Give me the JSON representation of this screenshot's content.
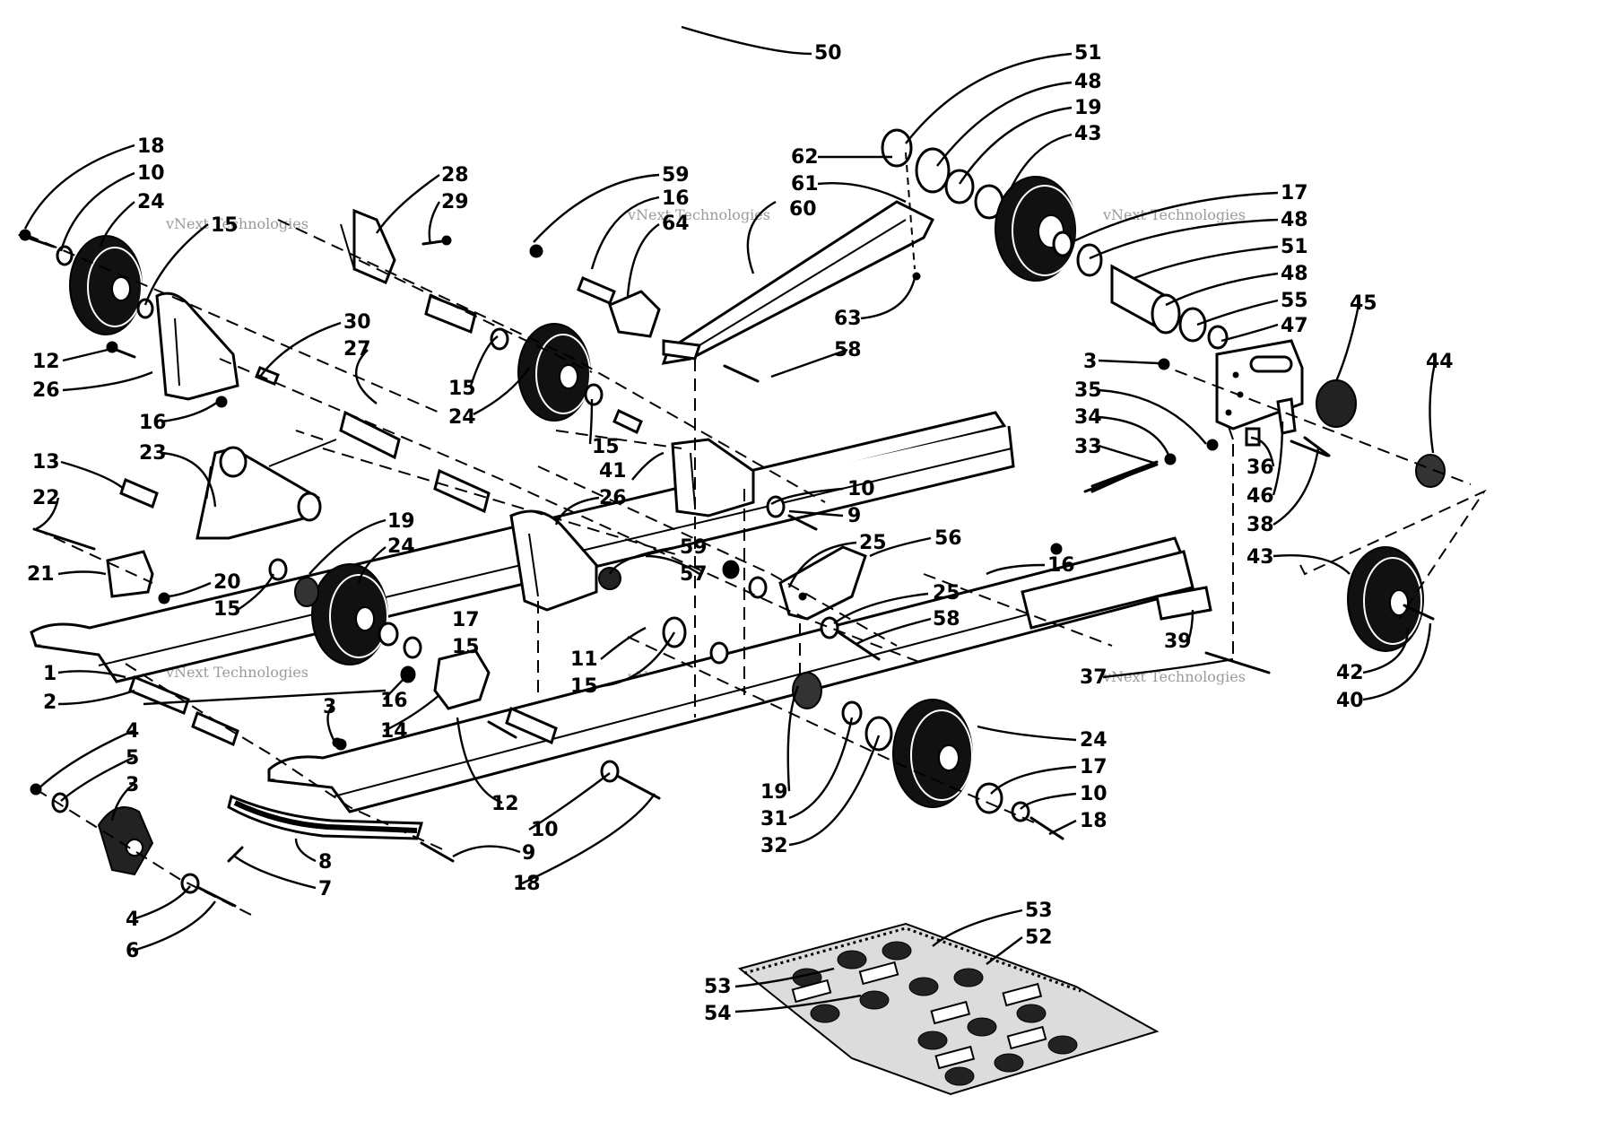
{
  "watermark": "vNext Technologies",
  "callouts": [
    "50",
    "51",
    "48",
    "19",
    "43",
    "62",
    "61",
    "60",
    "63",
    "58",
    "59",
    "16",
    "64",
    "17",
    "48",
    "51",
    "48",
    "55",
    "47",
    "45",
    "44",
    "3",
    "35",
    "34",
    "33",
    "36",
    "46",
    "38",
    "43",
    "42",
    "40",
    "39",
    "37",
    "18",
    "10",
    "24",
    "15",
    "12",
    "26",
    "16",
    "28",
    "29",
    "30",
    "27",
    "15",
    "24",
    "15",
    "13",
    "23",
    "22",
    "21",
    "20",
    "15",
    "19",
    "24",
    "41",
    "26",
    "10",
    "9",
    "57",
    "59",
    "25",
    "56",
    "25",
    "58",
    "16",
    "11",
    "15",
    "19",
    "31",
    "32",
    "24",
    "17",
    "10",
    "18",
    "1",
    "2",
    "17",
    "15",
    "16",
    "14",
    "12",
    "3",
    "4",
    "5",
    "3",
    "7",
    "8",
    "9",
    "10",
    "18",
    "4",
    "6",
    "53",
    "52",
    "53",
    "54"
  ]
}
